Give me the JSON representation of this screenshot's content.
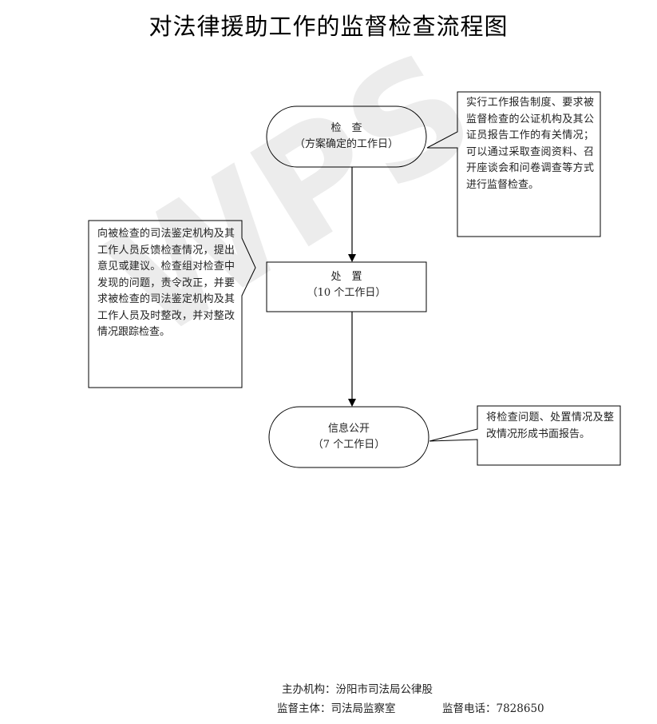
{
  "title": "对法律援助工作的监督检查流程图",
  "watermark": "WPS",
  "nodes": {
    "inspect": {
      "label": "检　查",
      "sub": "（方案确定的工作日）"
    },
    "handle": {
      "label": "处　置",
      "sub": "（10 个工作日）"
    },
    "disclose": {
      "label": "信息公开",
      "sub": "（7 个工作日）"
    }
  },
  "notes": {
    "inspect_note": "实行工作报告制度、要求被监督检查的公证机构及其公证员报告工作的有关情况；可以通过采取查阅资料、召开座谈会和问卷调查等方式进行监督检查。",
    "handle_note": "向被检查的司法鉴定机构及其工作人员反馈检查情况，提出意见或建议。检查组对检查中发现的问题，责令改正，并要求被检查的司法鉴定机构及其工作人员及时整改，并对整改情况跟踪检查。",
    "disclose_note": "将检查问题、处置情况及整改情况形成书面报告。"
  },
  "footer": {
    "organizer": "主办机构：汾阳市司法局公律股",
    "supervisor": "监督主体：司法局监察室",
    "phone": "监督电话：7828650"
  },
  "colors": {
    "line": "#000000",
    "watermark": "#ececec"
  }
}
